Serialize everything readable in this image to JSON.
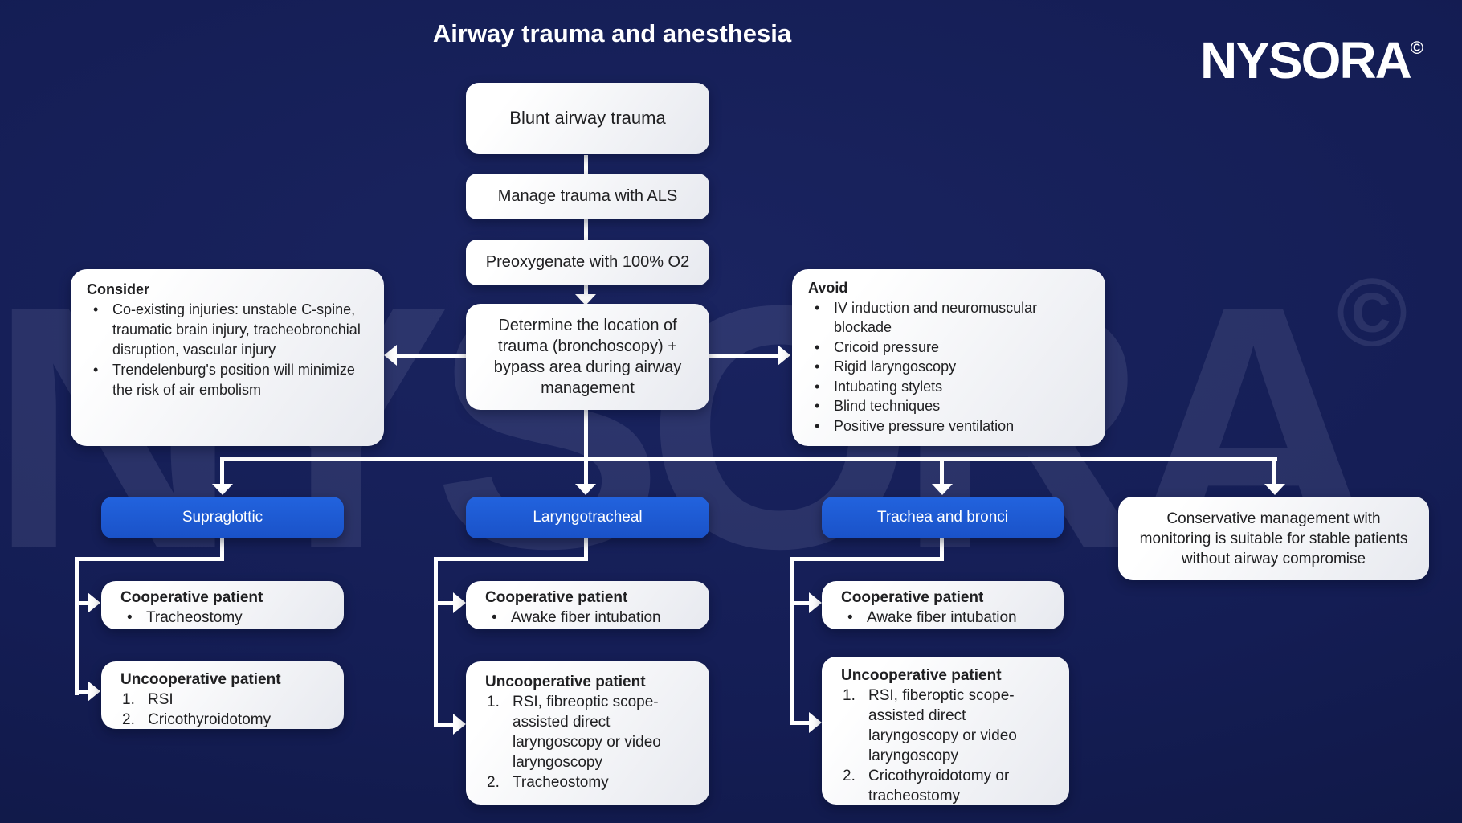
{
  "page": {
    "title": "Airway trauma and anesthesia",
    "brand": "NYSORA",
    "brand_mark": "©",
    "watermark": "NYSORA"
  },
  "colors": {
    "background": "#141d54",
    "node_blue": "#1d5ad4",
    "node_white": "#ffffff",
    "text_dark": "#202022",
    "text_light": "#ffffff",
    "connector": "#ffffff"
  },
  "flow": {
    "start": "Blunt airway trauma",
    "step_als": "Manage trauma with ALS",
    "step_preoxygenate": "Preoxygenate with 100% O2",
    "decision": "Determine the location of trauma (bronchoscopy) + bypass area during airway management",
    "consider": {
      "title": "Consider",
      "bullets": [
        "Co-existing injuries: unstable C-spine, traumatic brain injury, tracheobronchial disruption, vascular injury",
        "Trendelenburg's position will minimize the risk of air embolism"
      ]
    },
    "avoid": {
      "title": "Avoid",
      "bullets": [
        "IV induction and neuromuscular blockade",
        "Cricoid pressure",
        "Rigid laryngoscopy",
        "Intubating stylets",
        "Blind techniques",
        "Positive pressure ventilation"
      ]
    },
    "branches": [
      {
        "label": "Supraglottic",
        "cooperative": {
          "title": "Cooperative patient",
          "bullets": [
            "Tracheostomy"
          ]
        },
        "uncooperative": {
          "title": "Uncooperative patient",
          "steps": [
            "RSI",
            "Cricothyroidotomy"
          ]
        }
      },
      {
        "label": "Laryngotracheal",
        "cooperative": {
          "title": "Cooperative patient",
          "bullets": [
            "Awake fiber intubation"
          ]
        },
        "uncooperative": {
          "title": "Uncooperative patient",
          "steps": [
            "RSI, fibreoptic scope-assisted direct laryngoscopy or video laryngoscopy",
            "Tracheostomy"
          ]
        }
      },
      {
        "label": "Trachea and bronci",
        "cooperative": {
          "title": "Cooperative patient",
          "bullets": [
            "Awake fiber intubation"
          ]
        },
        "uncooperative": {
          "title": "Uncooperative patient",
          "steps": [
            "RSI, fiberoptic scope-assisted direct laryngoscopy or video laryngoscopy",
            "Cricothyroidotomy or tracheostomy"
          ]
        }
      }
    ],
    "conservative": "Conservative management with monitoring is suitable for stable patients without airway compromise"
  }
}
